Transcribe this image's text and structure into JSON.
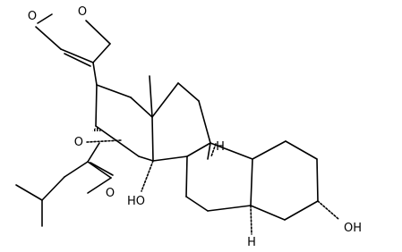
{
  "molecule": {
    "atoms": {
      "ring_oxygen": "O",
      "carbonyl_oxygen": "O",
      "ester_oxygen": "O",
      "hydroxyl_14": "HO",
      "hydroxyl_3": "OH",
      "h_9": "H",
      "h_5": "H"
    }
  }
}
